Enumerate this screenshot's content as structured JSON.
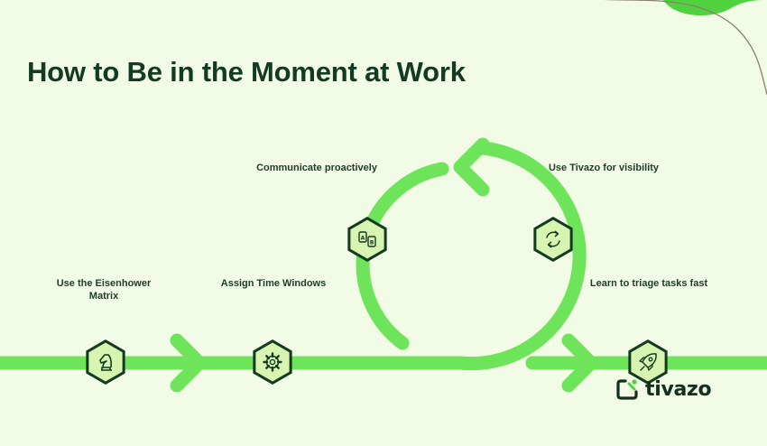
{
  "title": "How to Be in the Moment at Work",
  "steps": [
    {
      "label": "Use the Eisenhower\nMatrix",
      "icon": "chess-knight-icon"
    },
    {
      "label": "Assign Time Windows",
      "icon": "gear-icon"
    },
    {
      "label": "Communicate proactively",
      "icon": "translate-icon"
    },
    {
      "label": "Use Tivazo for visibility",
      "icon": "refresh-cycle-icon"
    },
    {
      "label": "Learn to triage tasks fast",
      "icon": "rocket-icon"
    }
  ],
  "brand": {
    "name": "tivazo"
  },
  "colors": {
    "background": "#f2fbe6",
    "path_green": "#6ee45a",
    "hex_fill": "#d7f5b0",
    "hex_border": "#143a22",
    "title": "#133b22",
    "corner_green": "#4fd23e"
  }
}
